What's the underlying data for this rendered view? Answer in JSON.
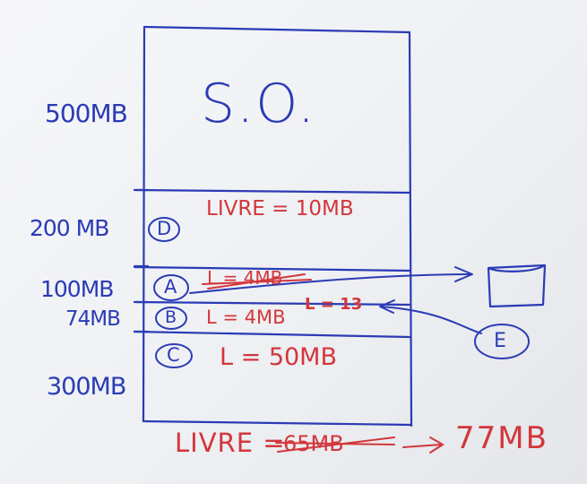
{
  "colors": {
    "board": "#f3f4f6",
    "blue_marker": "#2b3bb5",
    "red_marker": "#d3363b"
  },
  "memory_diagram": {
    "os_block": {
      "size_label": "500MB",
      "name": "S.O."
    },
    "partitions": [
      {
        "size_label": "200 MB",
        "process": "D",
        "note": "LIVRE = 10MB"
      },
      {
        "size_label": "100MB",
        "process": "A",
        "note": "L = 4MB",
        "note_crossed_out": true,
        "correction": "L = 13"
      },
      {
        "size_label": "74MB",
        "process": "B",
        "note": "L = 4MB"
      },
      {
        "size_label": "300MB",
        "process": "C",
        "note": "L = 50MB"
      }
    ],
    "swapped_process": "E",
    "free_total": {
      "label": "LIVRE =",
      "old_value": "65MB",
      "new_value": "77MB"
    }
  }
}
